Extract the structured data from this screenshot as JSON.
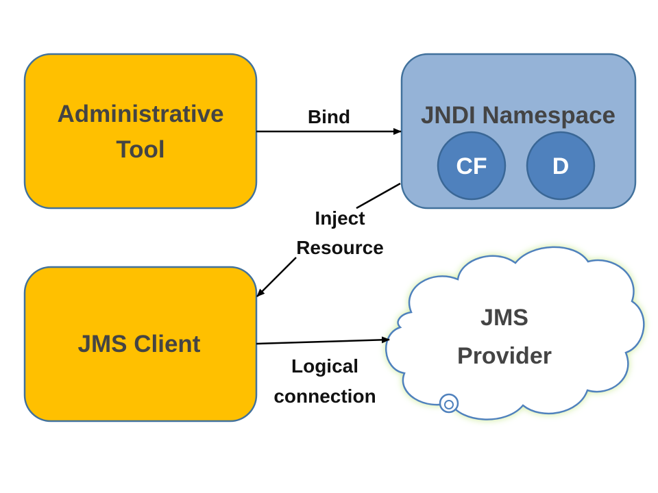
{
  "nodes": {
    "admin_tool": {
      "line1": "Administrative",
      "line2": "Tool"
    },
    "jndi": {
      "title": "JNDI Namespace",
      "cf": "CF",
      "d": "D"
    },
    "jms_client": {
      "label": "JMS Client"
    },
    "jms_provider": {
      "line1": "JMS",
      "line2": "Provider"
    }
  },
  "edges": {
    "bind": {
      "label": "Bind"
    },
    "inject": {
      "line1": "Inject",
      "line2": "Resource"
    },
    "logical": {
      "line1": "Logical",
      "line2": "connection"
    }
  },
  "colors": {
    "orange_fill": "#FFC000",
    "box_stroke": "#41719C",
    "blue_fill": "#95B3D7",
    "circle_fill": "#4F81BD",
    "cloud_glow": "#D7F0A8"
  }
}
